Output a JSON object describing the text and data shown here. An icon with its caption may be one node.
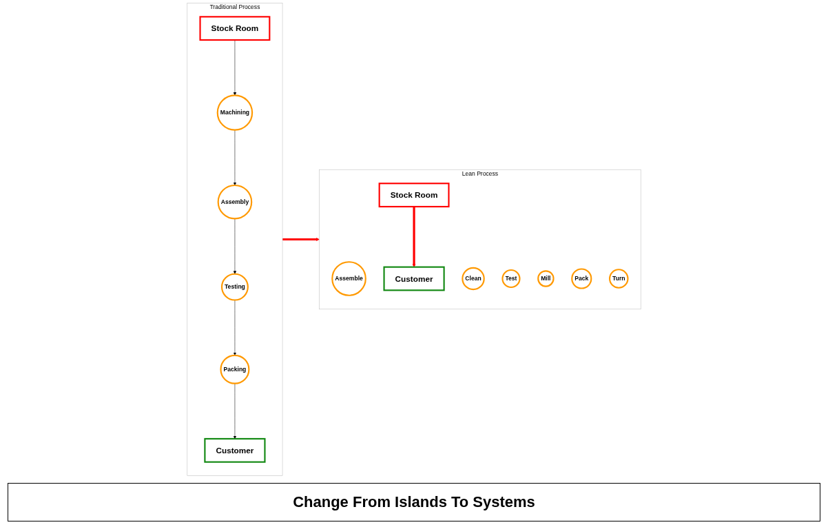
{
  "diagram": {
    "caption": "Change From Islands To Systems",
    "nodes": [
      {
        "text": [
          "Traditional Process"
        ]
      },
      {
        "text": [
          "Stock Room"
        ],
        "in": 0
      },
      {
        "text": [
          "Assembly"
        ],
        "in": 0
      },
      {
        "text": [
          "Packing"
        ],
        "in": 0
      },
      {
        "text": [
          "Machining"
        ],
        "in": 0
      },
      {
        "text": [
          "Testing"
        ],
        "in": 0
      },
      {
        "text": [
          "Customer"
        ],
        "in": 0
      },
      {
        "text": [
          "Lean Process"
        ]
      },
      {
        "text": [
          "Assemble"
        ],
        "in": 7
      },
      {
        "text": [
          "Clean"
        ],
        "in": 7
      },
      {
        "text": [
          "Test"
        ],
        "in": 7
      },
      {
        "text": [
          "Mill"
        ],
        "in": 7
      },
      {
        "text": [
          "Pack"
        ],
        "in": 7
      },
      {
        "text": [
          "Turn"
        ],
        "in": 7
      },
      {
        "text": [
          "Customer"
        ],
        "in": 7
      },
      {
        "text": [
          "Stock Room"
        ],
        "in": 7
      }
    ],
    "edges": [
      {
        "from": 1,
        "to": 4,
        "arrow": "to"
      },
      {
        "from": 4,
        "to": 2,
        "arrow": "to"
      },
      {
        "from": 2,
        "to": 5,
        "arrow": "to"
      },
      {
        "from": 5,
        "to": 3,
        "arrow": "to"
      },
      {
        "from": 3,
        "to": 6,
        "arrow": "to"
      },
      {
        "from": 0,
        "to": 7,
        "arrow": "to",
        "style": "thick",
        "color": "#ff0000"
      },
      {
        "from": 15,
        "to": 14,
        "arrow": "to",
        "style": "thick",
        "color": "#ff0000"
      }
    ]
  }
}
